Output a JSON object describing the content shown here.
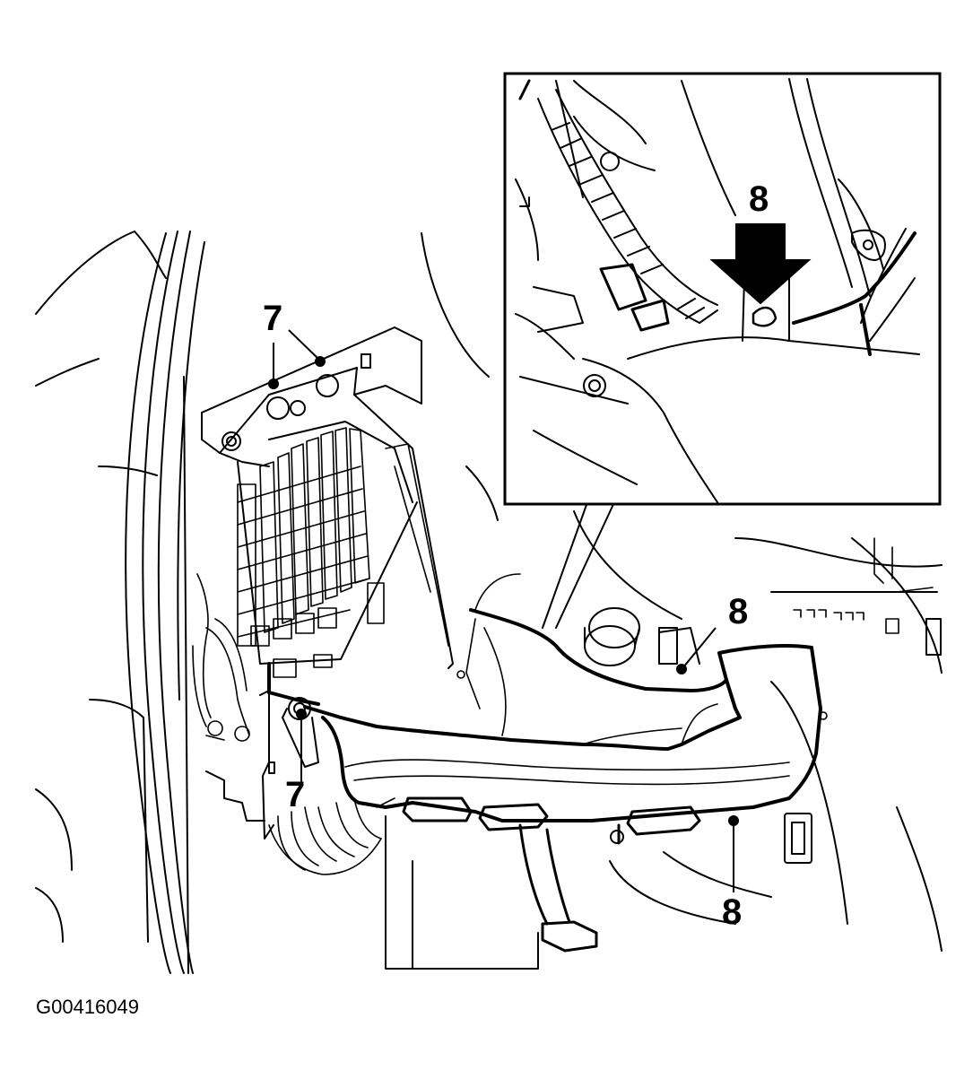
{
  "figure": {
    "id": "G00416049",
    "colors": {
      "line": "#000000",
      "background": "#ffffff"
    },
    "callouts": {
      "c7_top": "7",
      "c7_bottom": "7",
      "c8_inset": "8",
      "c8_right": "8",
      "c8_lower": "8"
    },
    "icons": [
      "down-arrow-icon"
    ]
  }
}
